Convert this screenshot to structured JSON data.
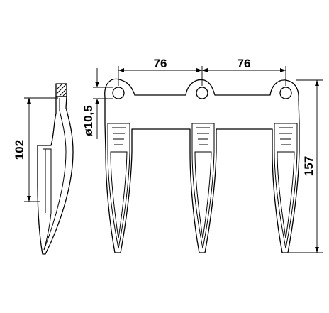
{
  "dimensions": {
    "pitch_left": "76",
    "pitch_right": "76",
    "hole_diameter": "ø10,5",
    "side_height": "102",
    "total_length": "157"
  }
}
